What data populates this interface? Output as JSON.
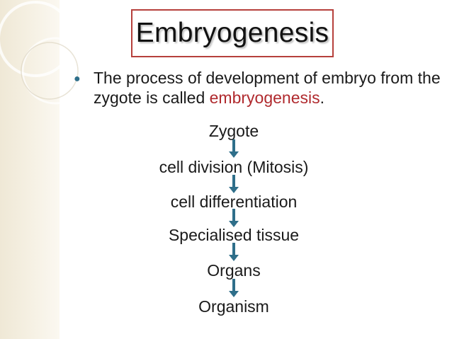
{
  "slide": {
    "title": "Embryogenesis",
    "bullet": {
      "text_before": "The process of development of embryo from the zygote is called ",
      "highlight": "embryogenesis",
      "text_after": "."
    },
    "flow": [
      "Zygote",
      "cell division (Mitosis)",
      "cell differentiation",
      "Specialised tissue",
      "Organs",
      "Organism"
    ],
    "colors": {
      "title_border": "#b6403c",
      "highlight": "#b02a2e",
      "arrow": "#2f6f8a",
      "bullet": "#2f6f8a"
    }
  }
}
